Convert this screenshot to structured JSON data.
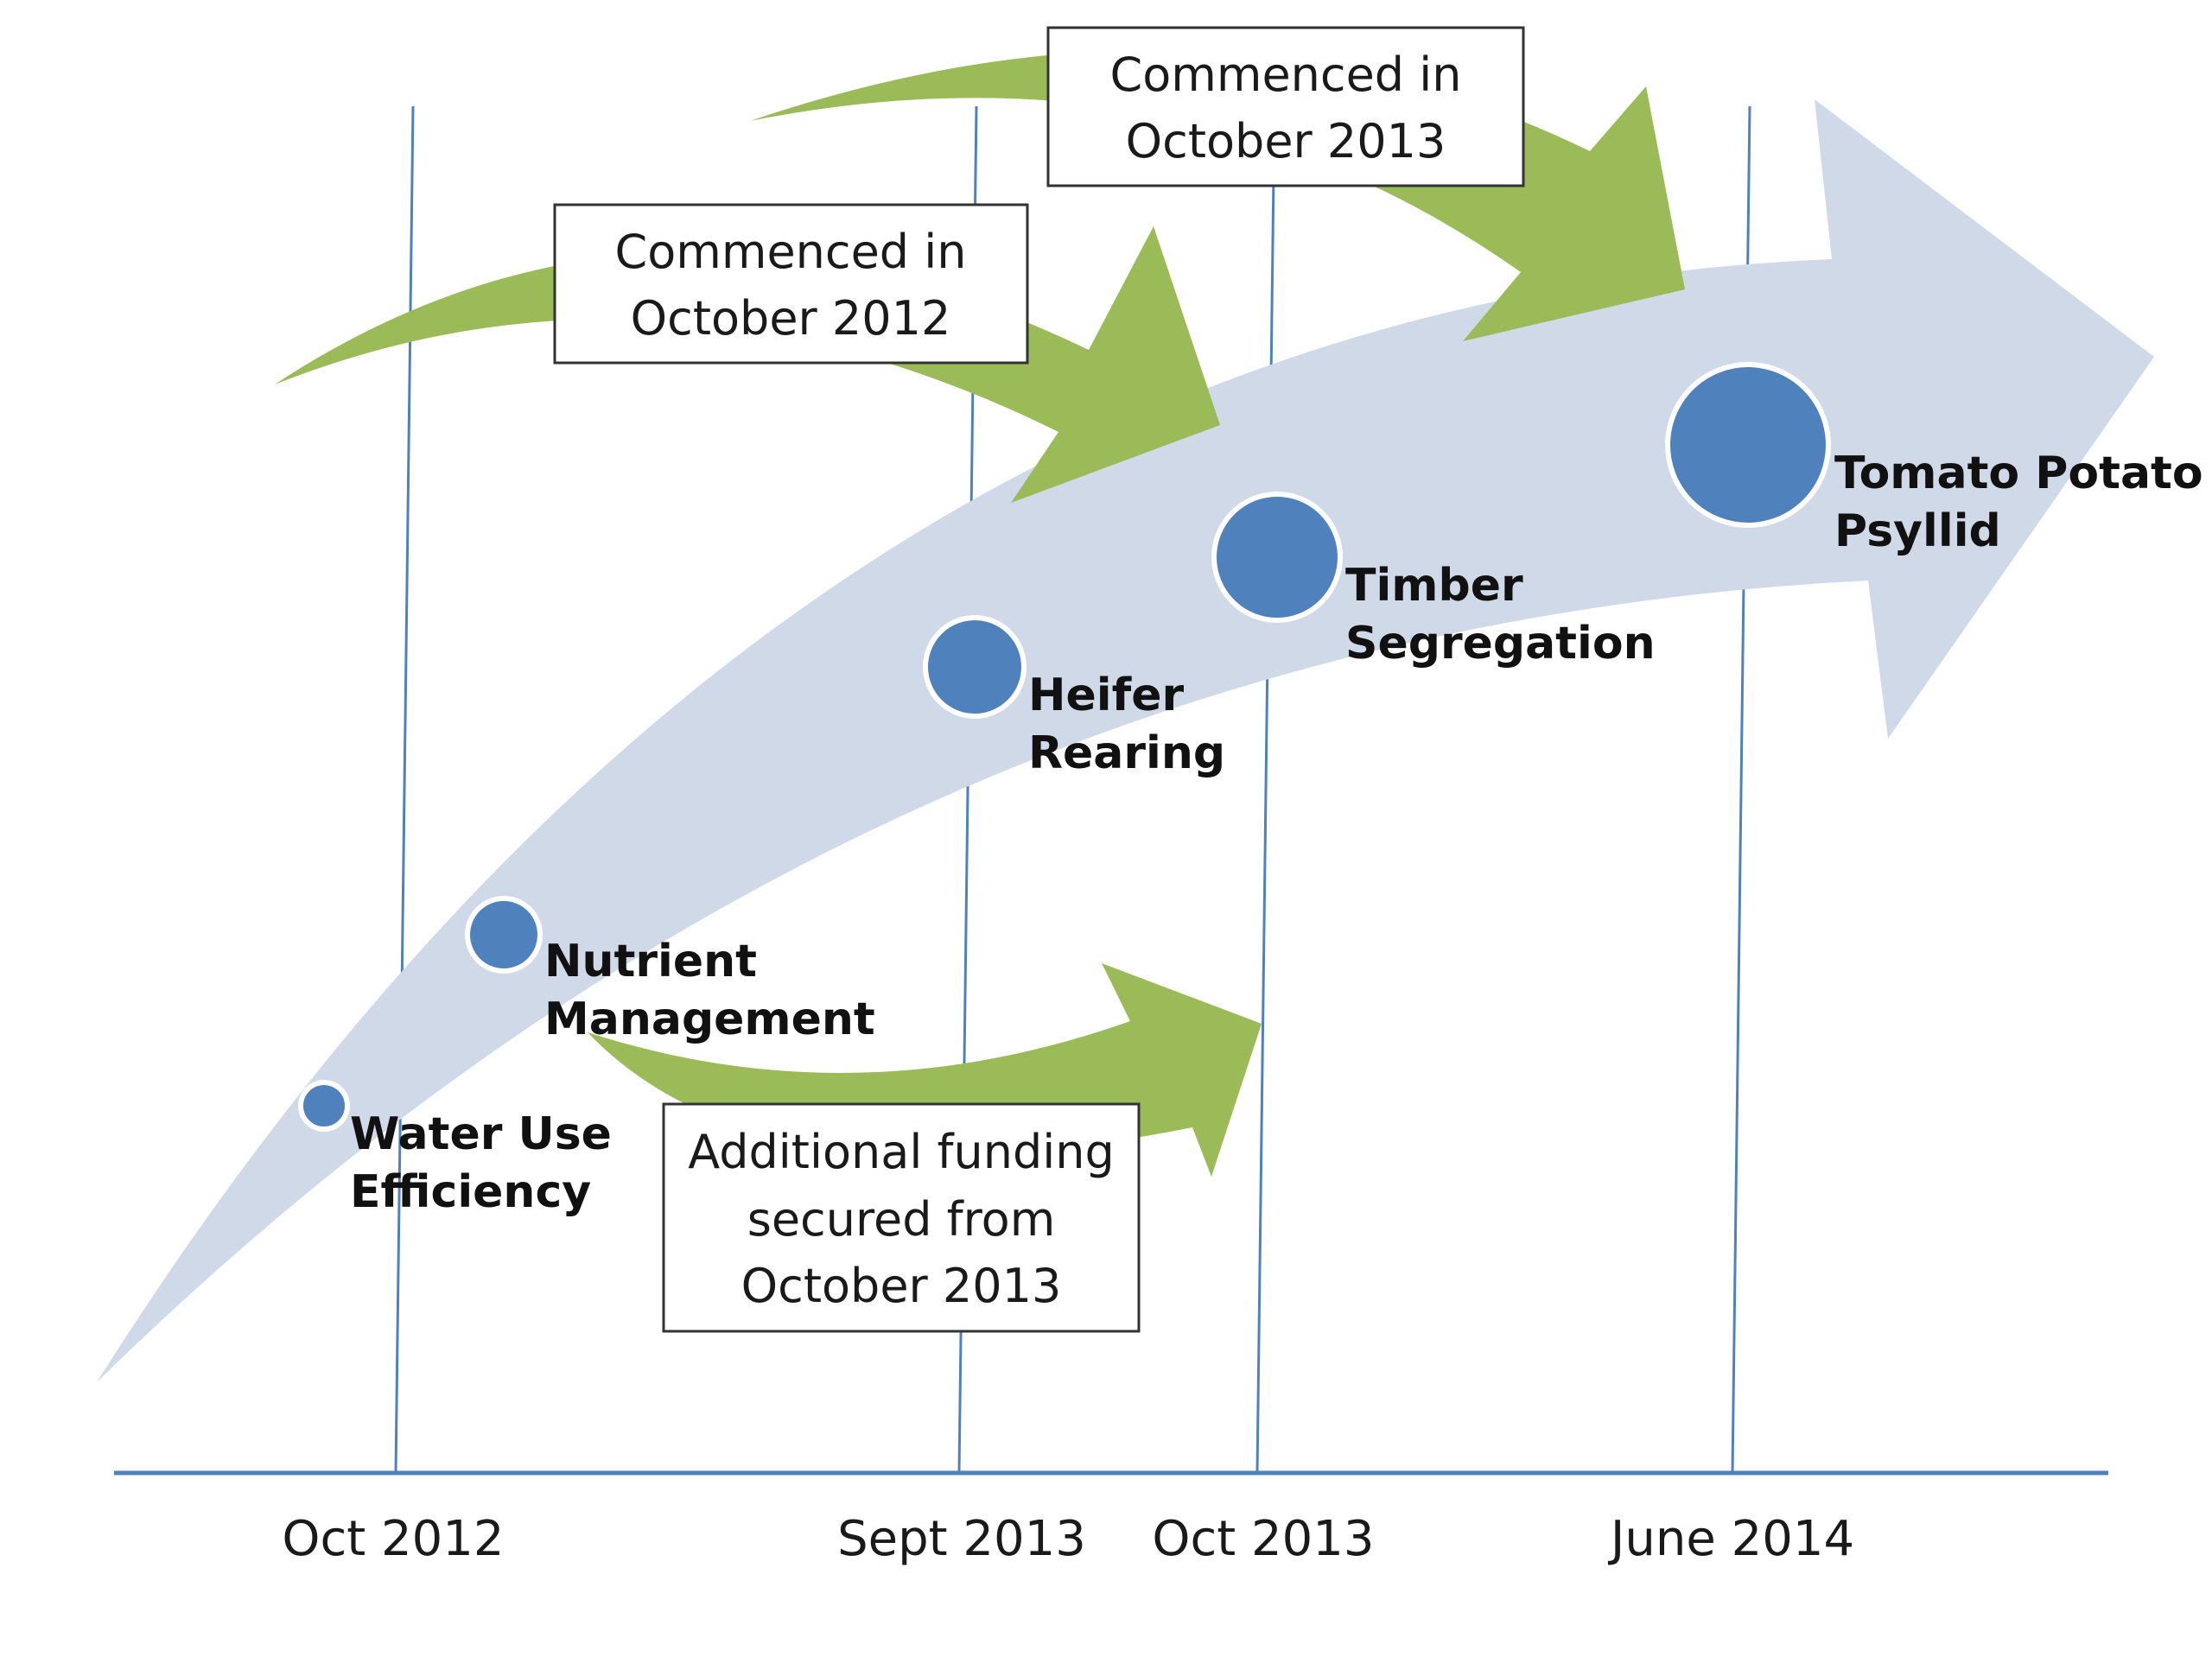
{
  "timeline": {
    "axis_labels": [
      "Oct 2012",
      "Sept 2013",
      "Oct 2013",
      "June 2014"
    ]
  },
  "milestones": [
    {
      "line1": "Water Use",
      "line2": "Efficiency"
    },
    {
      "line1": "Nutrient",
      "line2": "Management"
    },
    {
      "line1": "Heifer",
      "line2": "Rearing"
    },
    {
      "line1": "Timber",
      "line2": "Segregation"
    },
    {
      "line1": "Tomato Potato",
      "line2": "Psyllid"
    }
  ],
  "callouts": [
    {
      "lines": [
        "Commenced in",
        "October 2012"
      ]
    },
    {
      "lines": [
        "Commenced in",
        "October 2013"
      ]
    },
    {
      "lines": [
        "Additional funding",
        "secured from",
        "October 2013"
      ]
    }
  ],
  "colors": {
    "main_arrow": "#cfd9e8",
    "green_arrow": "#9bbb59",
    "dot": "#4f81bd",
    "axis_line": "#4f81bd",
    "grid_line": "#4f81bd",
    "box_border": "#333333"
  }
}
